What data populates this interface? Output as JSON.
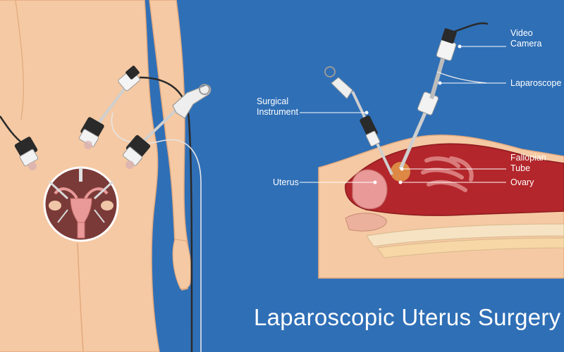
{
  "title": "Laparoscopic Uterus Surgery",
  "labels": {
    "video_camera": [
      "Video",
      "Camera"
    ],
    "laparoscope": "Laparoscope",
    "surgical_instrument": [
      "Surgical",
      "Instrument"
    ],
    "fallopian_tube": [
      "Fallopian",
      "Tube"
    ],
    "uterus": "Uterus",
    "ovary": "Ovary"
  },
  "colors": {
    "background": "#2f6fb6",
    "skin": "#f5c9a3",
    "cavity": "#b3262b",
    "uterus_pink": "#e99a98",
    "label_text": "#ffffff"
  }
}
